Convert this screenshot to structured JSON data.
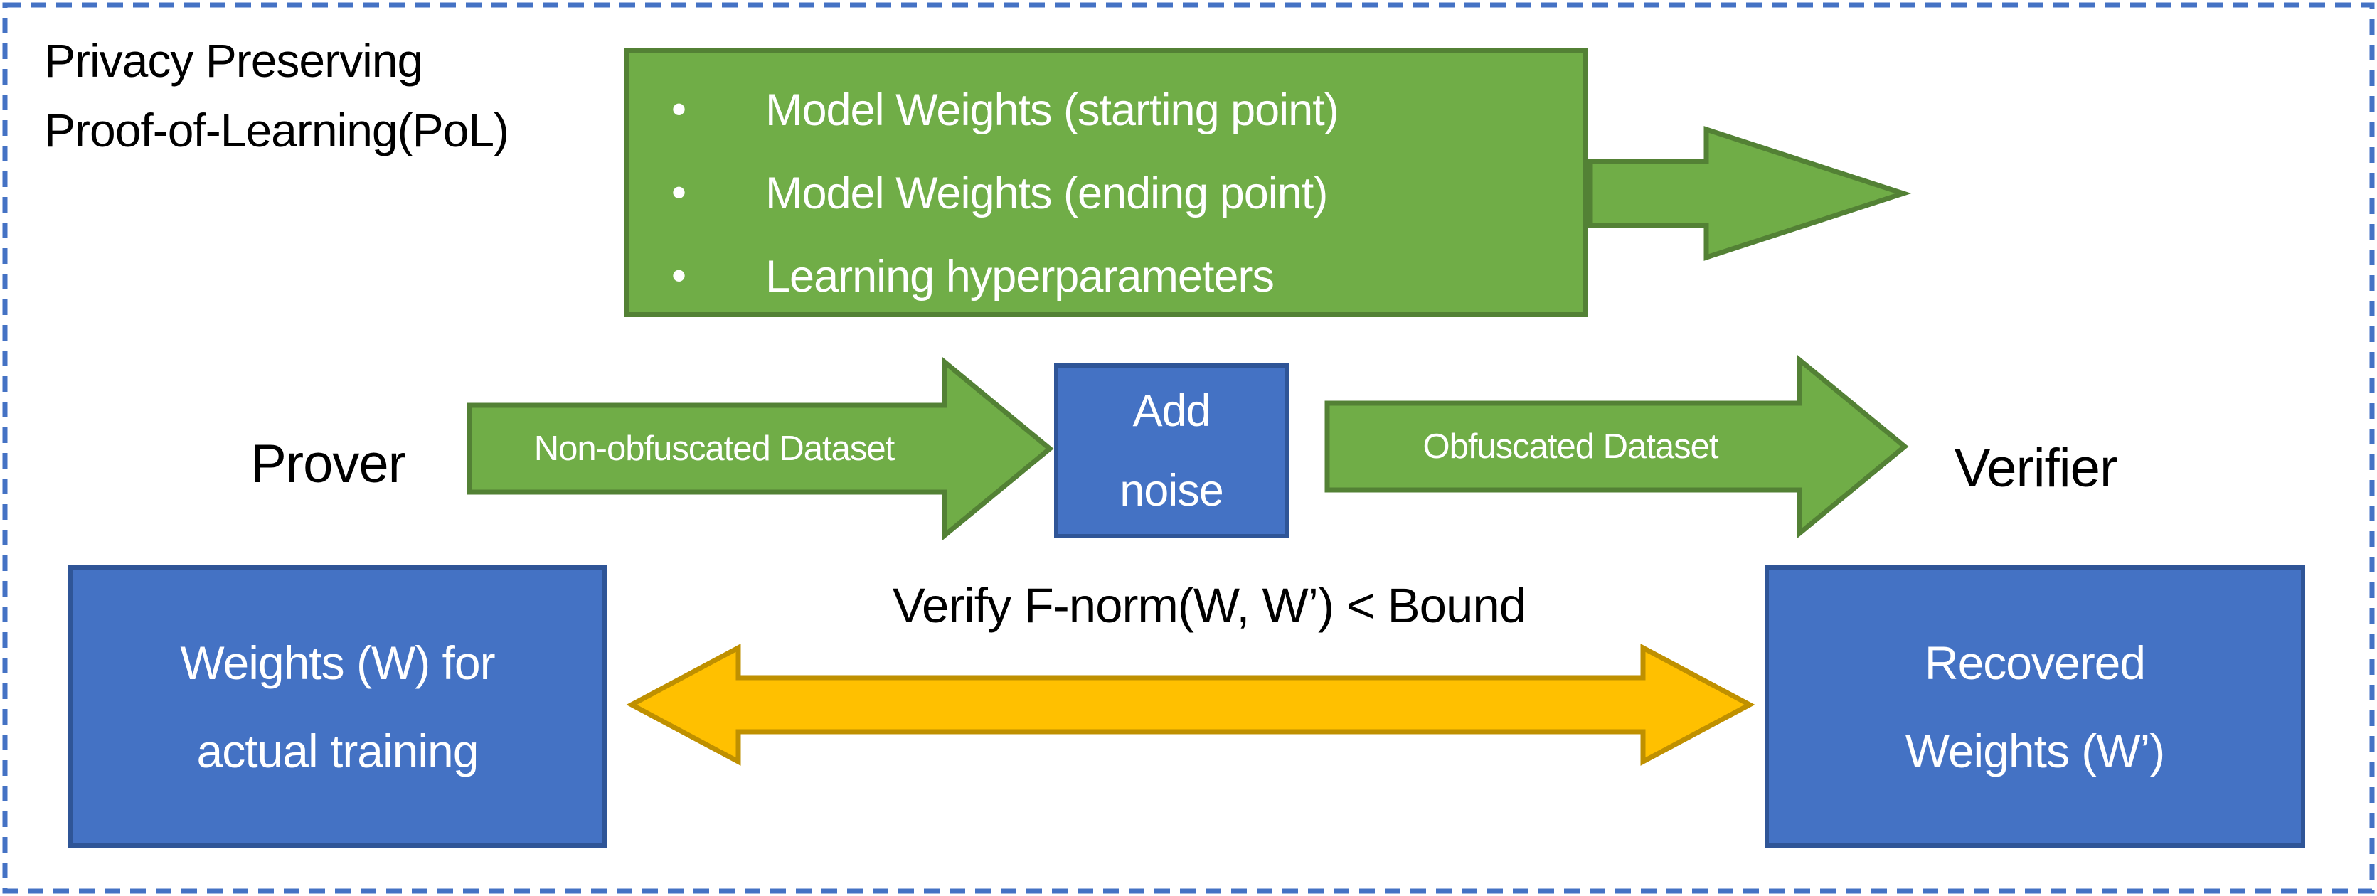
{
  "frame": {
    "background": "#FFFFFF",
    "border_color": "#4472C4"
  },
  "title": {
    "line1": "Privacy Preserving",
    "line2": "Proof-of-Learning(PoL)"
  },
  "pol_box": {
    "items": [
      "Model Weights (starting point)",
      "Model Weights (ending point)",
      "Learning hyperparameters"
    ],
    "fill": "#70AD47",
    "border_color": "#538135",
    "text_color": "#FFFFFF"
  },
  "labels": {
    "prover": "Prover",
    "verifier": "Verifier",
    "verify_check": "Verify F-norm(W, W’) < Bound"
  },
  "arrows": {
    "pol_proof": {
      "fill": "#70AD47",
      "border_color": "#538135"
    },
    "non_obfuscated": {
      "label": "Non-obfuscated Dataset",
      "fill": "#70AD47",
      "border_color": "#538135",
      "text_color": "#FFFFFF"
    },
    "obfuscated": {
      "label": "Obfuscated Dataset",
      "fill": "#70AD47",
      "border_color": "#538135",
      "text_color": "#FFFFFF"
    },
    "verify": {
      "fill": "#FFC000",
      "border_color": "#BF9000"
    }
  },
  "boxes": {
    "add_noise": {
      "label": "Add noise",
      "fill": "#4472C4",
      "border_color": "#2F5597",
      "text_color": "#FFFFFF"
    },
    "actual_weights": {
      "label": "Weights (W) for actual training",
      "fill": "#4472C4",
      "border_color": "#2F5597",
      "text_color": "#FFFFFF"
    },
    "recovered_weights": {
      "label": "Recovered Weights (W’)",
      "fill": "#4472C4",
      "border_color": "#2F5597",
      "text_color": "#FFFFFF"
    }
  }
}
